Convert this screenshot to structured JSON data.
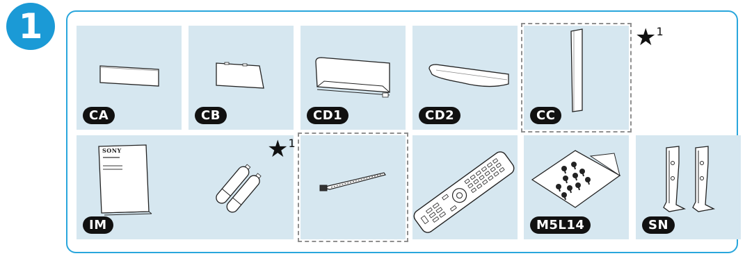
{
  "step_number": "1",
  "note_mark": {
    "symbol": "★",
    "number": "1"
  },
  "parts": {
    "ca": {
      "label": "CA"
    },
    "cb": {
      "label": "CB"
    },
    "cd1": {
      "label": "CD1"
    },
    "cd2": {
      "label": "CD2"
    },
    "cc": {
      "label": "CC"
    },
    "im": {
      "label": "IM",
      "manual_brand": "SONY"
    },
    "m5l14": {
      "label": "M5L14"
    },
    "sn": {
      "label": "SN"
    }
  },
  "colors": {
    "accent": "#1b9ad6",
    "tile": "#d6e7f0",
    "label_bg": "#111111"
  }
}
